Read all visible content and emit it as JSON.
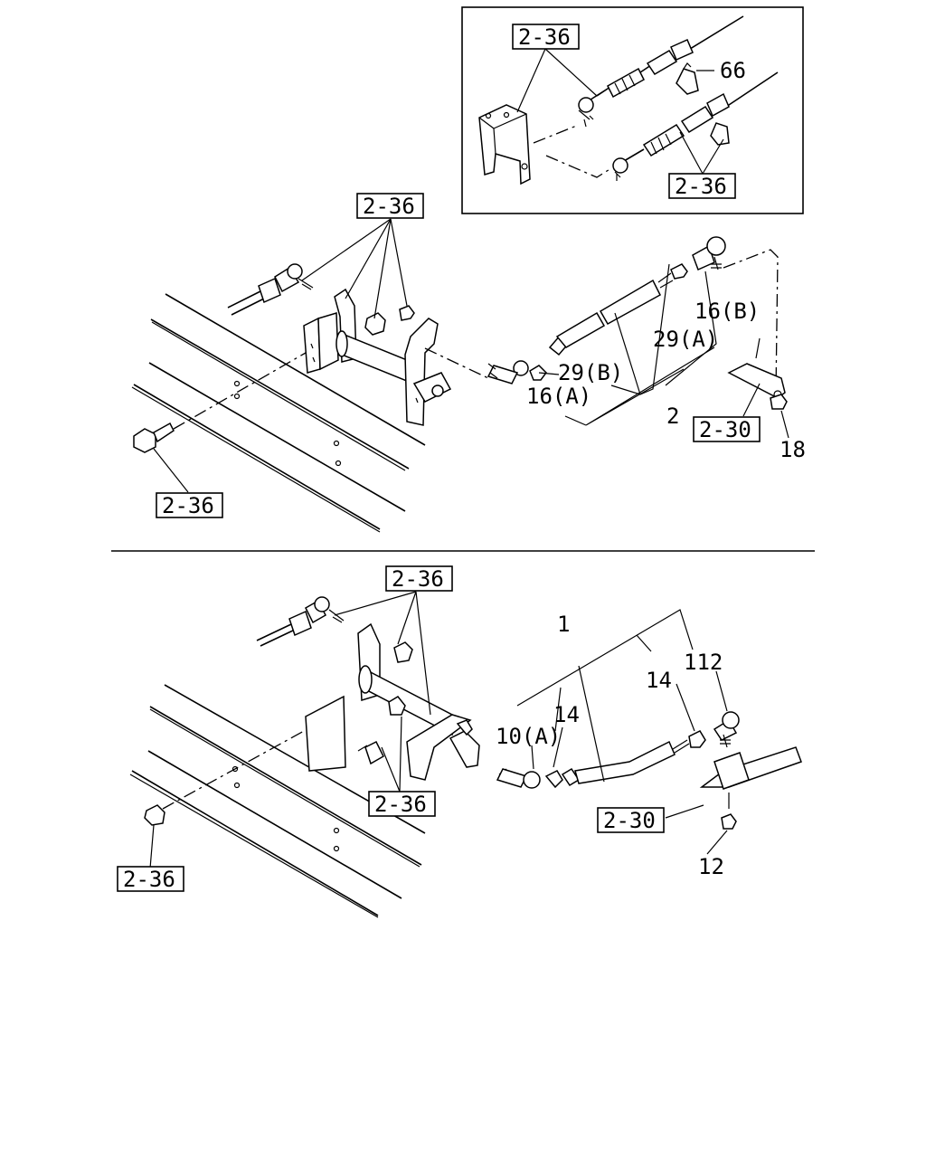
{
  "ref_box": "2-36",
  "ref_box_2_30": "2-30",
  "labels": {
    "p66": "66",
    "p16b": "16(B)",
    "p29a": "29(A)",
    "p29b": "29(B)",
    "p16a": "16(A)",
    "p2": "2",
    "p18": "18",
    "p1": "1",
    "p112": "112",
    "p14a": "14",
    "p14b": "14",
    "p10a": "10(A)",
    "p12": "12"
  }
}
